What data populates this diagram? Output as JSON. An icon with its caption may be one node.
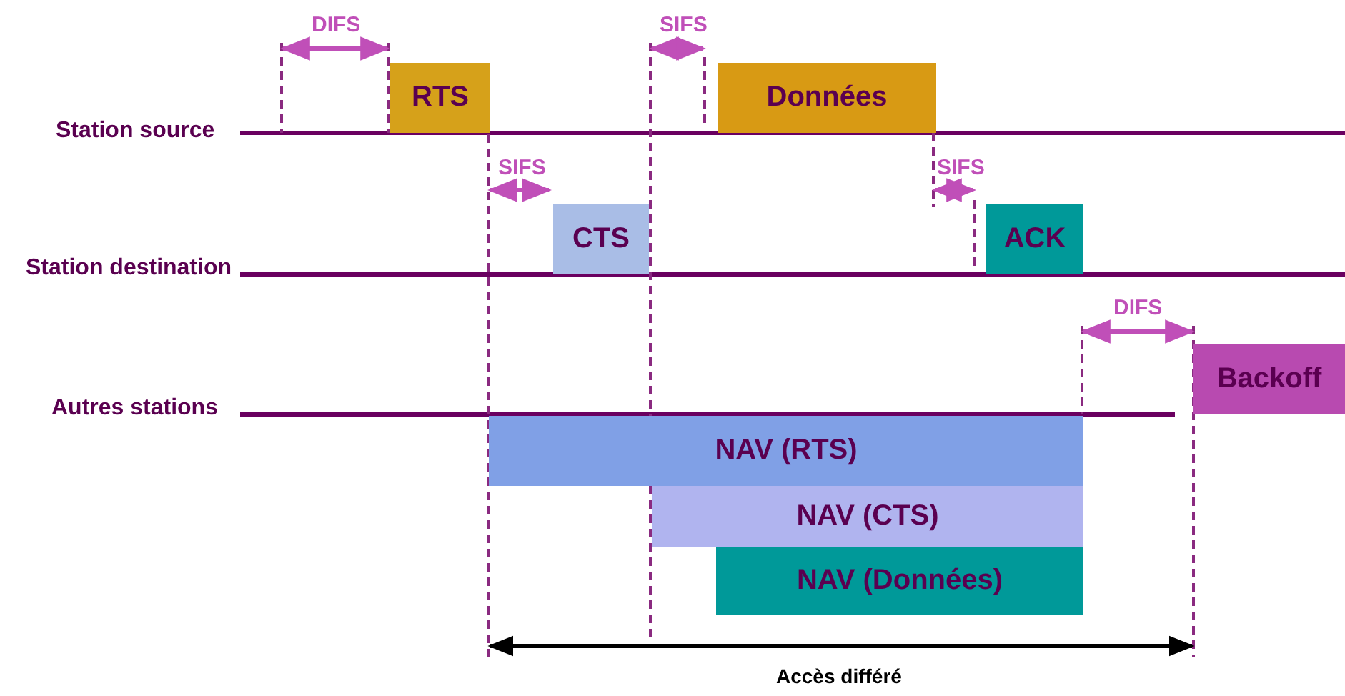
{
  "diagram": {
    "nodes": [
      {
        "text": [
          "RTS"
        ]
      },
      {
        "text": [
          "Données"
        ]
      },
      {
        "text": [
          "CTS"
        ]
      },
      {
        "text": [
          "ACK"
        ]
      },
      {
        "text": [
          "Backoff"
        ]
      },
      {
        "text": [
          "NAV (RTS)"
        ]
      },
      {
        "text": [
          "NAV (CTS)"
        ]
      },
      {
        "text": [
          "NAV (Données)"
        ]
      }
    ],
    "labels": [
      "DIFS",
      "SIFS",
      "Station source",
      "SIFS",
      "SIFS",
      "Station destination",
      "DIFS",
      "Autres stations",
      "Accès différé"
    ]
  }
}
